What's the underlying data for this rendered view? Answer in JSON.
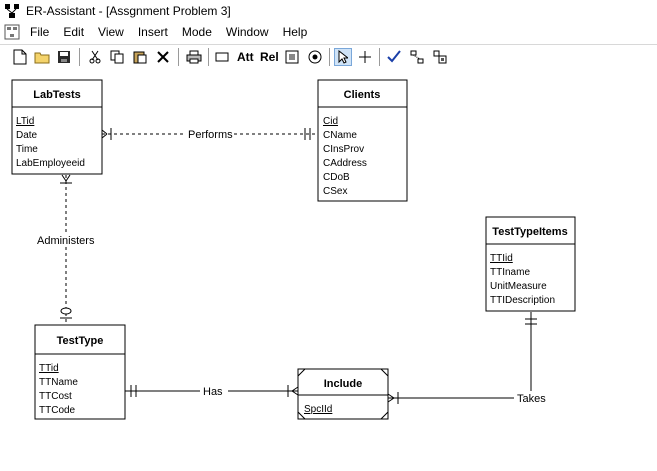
{
  "window": {
    "title": "ER-Assistant - [Assgnment Problem 3]"
  },
  "menu": [
    "File",
    "Edit",
    "View",
    "Insert",
    "Mode",
    "Window",
    "Help"
  ],
  "toolbar": {
    "att_label": "Att",
    "rel_label": "Rel"
  },
  "entities": {
    "labtests": {
      "name": "LabTests",
      "key": "LTid",
      "attrs": [
        "Date",
        "Time",
        "LabEmployeeid"
      ]
    },
    "clients": {
      "name": "Clients",
      "key": "Cid",
      "attrs": [
        "CName",
        "CInsProv",
        "CAddress",
        "CDoB",
        "CSex"
      ]
    },
    "testtypeitems": {
      "name": "TestTypeItems",
      "key": "TTIid",
      "attrs": [
        "TTIname",
        "UnitMeasure",
        "TTIDescription"
      ]
    },
    "testtype": {
      "name": "TestType",
      "key": "TTid",
      "attrs": [
        "TTName",
        "TTCost",
        "TTCode"
      ]
    },
    "include": {
      "name": "Include",
      "key": "SpcIId",
      "attrs": []
    }
  },
  "relationships": {
    "performs": "Performs",
    "administers": "Administers",
    "has": "Has",
    "takes": "Takes"
  }
}
